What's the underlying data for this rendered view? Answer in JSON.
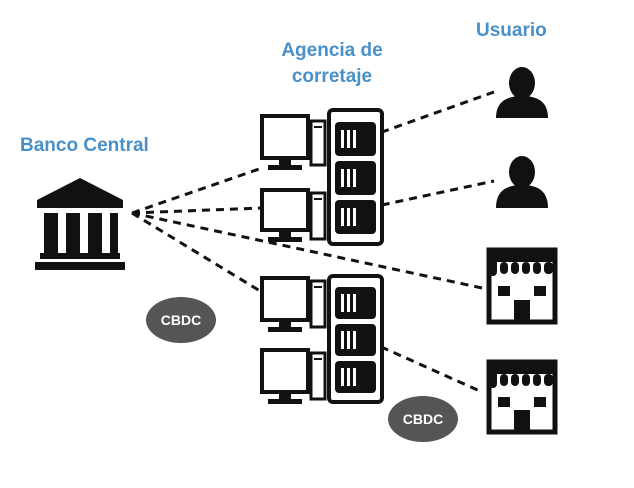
{
  "labels": {
    "central_bank": "Banco Central",
    "agency_line1": "Agencia de",
    "agency_line2": "corretaje",
    "user": "Usuario"
  },
  "badges": [
    "CBDC",
    "CBDC"
  ],
  "icons": {
    "central_bank": "bank-building-icon",
    "computers": [
      "computer-icon",
      "computer-icon",
      "computer-icon",
      "computer-icon"
    ],
    "servers": [
      "server-rack-icon",
      "server-rack-icon"
    ],
    "users": [
      "user-icon",
      "user-icon"
    ],
    "stores": [
      "store-icon",
      "store-icon"
    ]
  },
  "colors": {
    "label": "#4a90c8",
    "icon": "#111111",
    "badge": "#555555"
  }
}
